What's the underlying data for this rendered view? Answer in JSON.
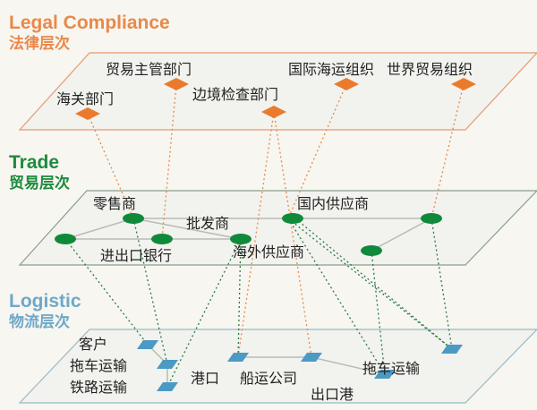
{
  "layers": {
    "legal": {
      "title_en": "Legal Compliance",
      "title_zh": "法律层次",
      "color": "#e8894a"
    },
    "trade": {
      "title_en": "Trade",
      "title_zh": "贸易层次",
      "color": "#1e8a3c"
    },
    "logistic": {
      "title_en": "Logistic",
      "title_zh": "物流层次",
      "color": "#6fa8c8"
    }
  },
  "legal_nodes": [
    "海关部门",
    "贸易主管部门",
    "边境检查部门",
    "国际海运组织",
    "世界贸易组织"
  ],
  "trade_nodes": [
    "零售商",
    "批发商",
    "国内供应商",
    "进出口银行",
    "海外供应商"
  ],
  "logistic_nodes": [
    "客户",
    "拖车运输",
    "铁路运输",
    "港口",
    "船运公司",
    "出口港",
    "拖车运输"
  ],
  "colors": {
    "diamond": "#ea7a2c",
    "ellipse": "#11893a",
    "square": "#4a9ac4",
    "link": "#b8bcb4"
  }
}
